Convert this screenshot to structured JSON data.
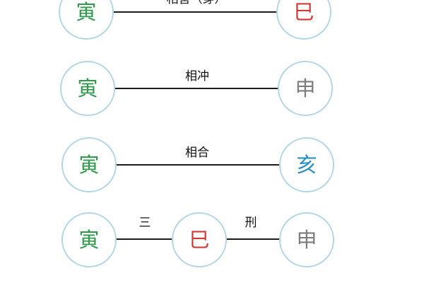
{
  "colors": {
    "node_border": "#b3d6e6",
    "line": "#1c1c1c",
    "yin": "#2f9a4c",
    "si": "#d23b34",
    "shen": "#7c7c7c",
    "hai": "#2a8fc3"
  },
  "rows": [
    {
      "left": "寅",
      "label": "相害（穿）",
      "right": "巳"
    },
    {
      "left": "寅",
      "label": "相冲",
      "right": "申"
    },
    {
      "left": "寅",
      "label": "相合",
      "right": "亥"
    },
    {
      "left": "寅",
      "label_left": "三",
      "middle": "巳",
      "label_right": "刑",
      "right": "申"
    }
  ]
}
